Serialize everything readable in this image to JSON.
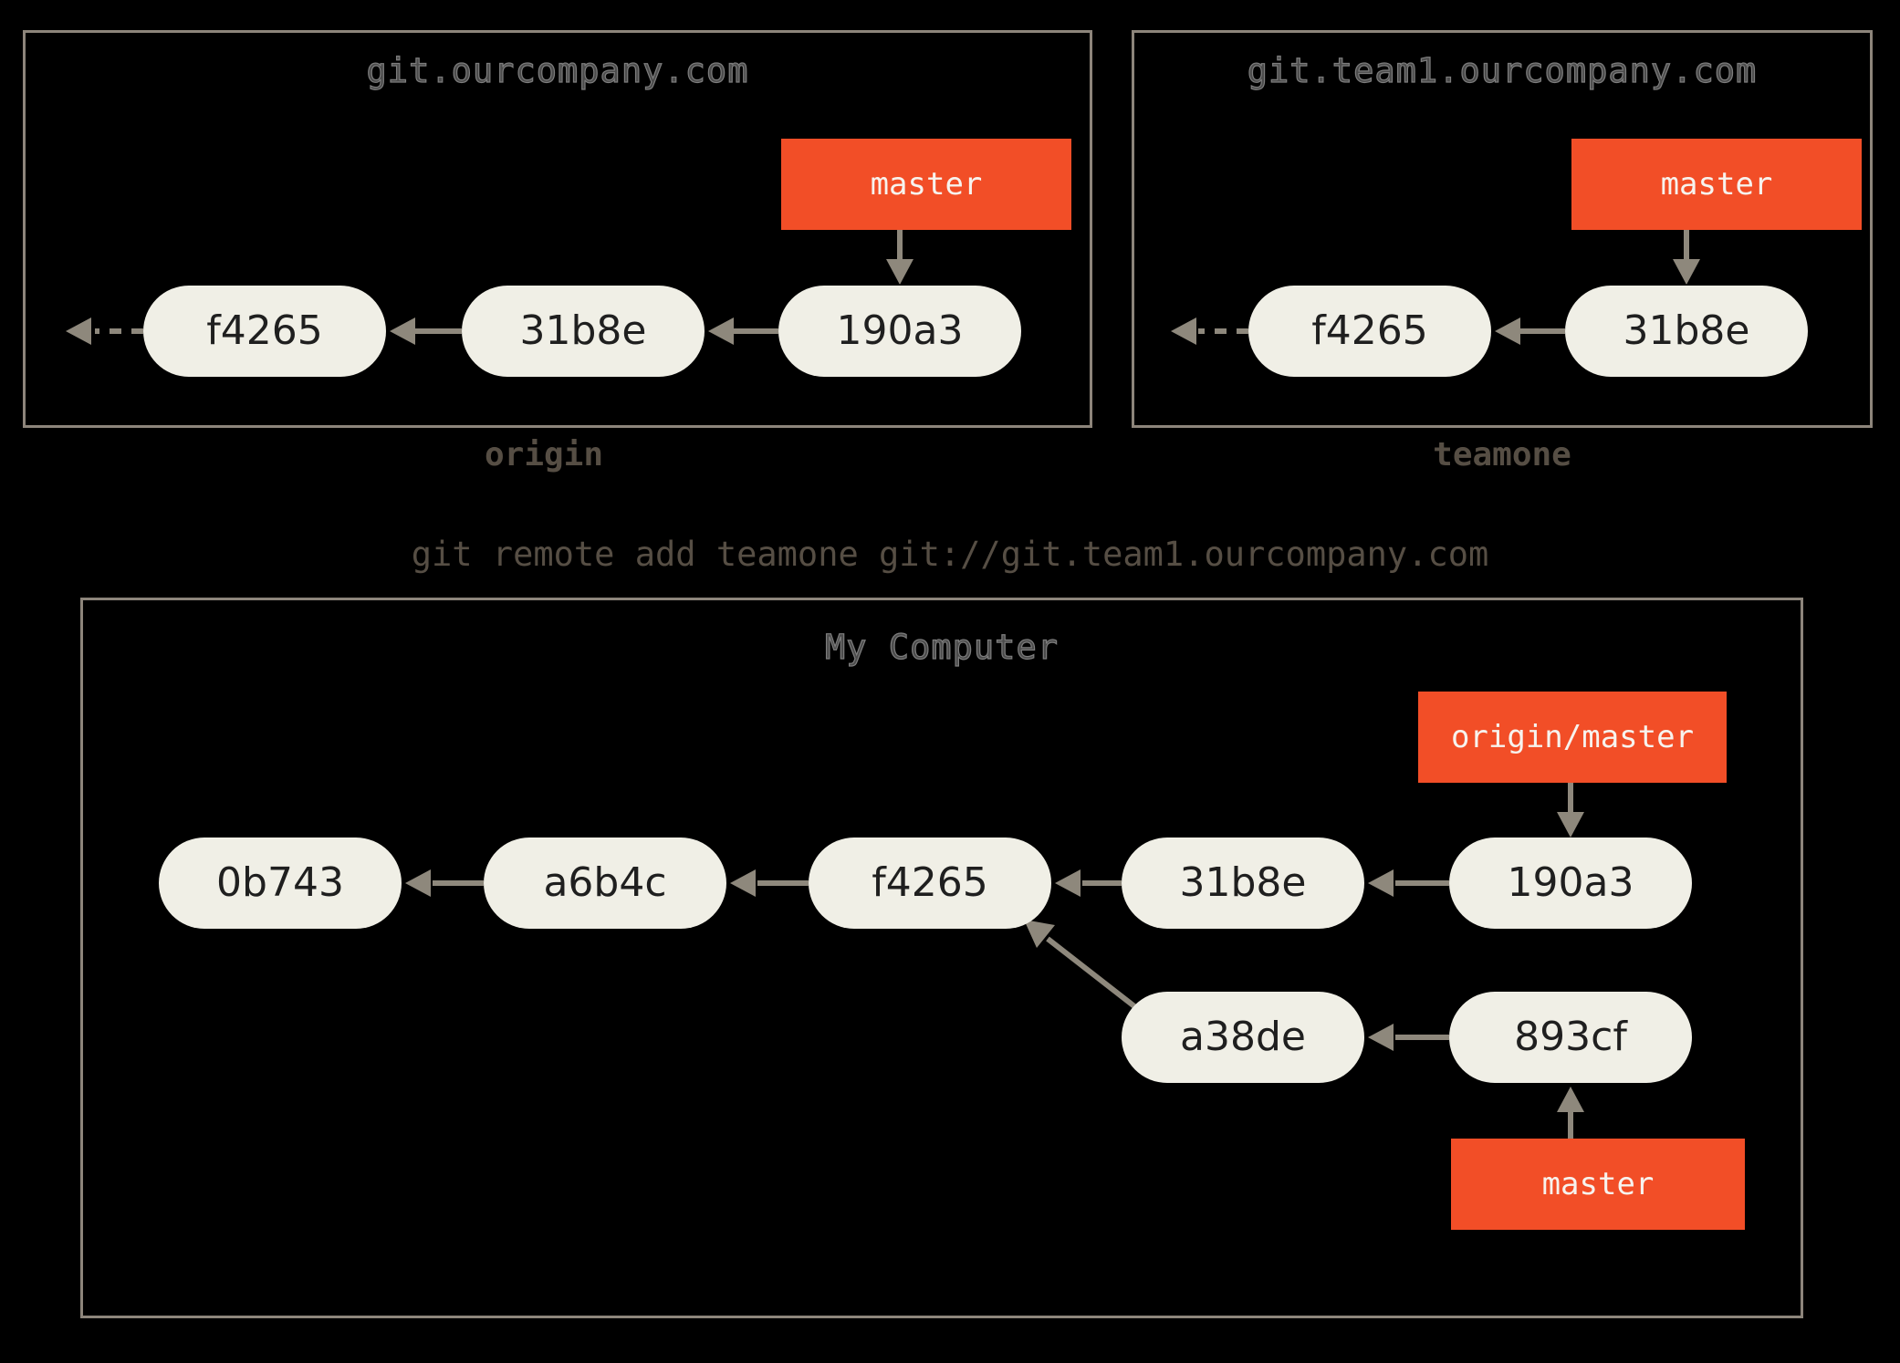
{
  "colors": {
    "background": "#000000",
    "box_border": "#8d857b",
    "commit_fill": "#f0efe6",
    "commit_text": "#1f1f1f",
    "branch_fill": "#f24e27",
    "branch_text": "#f7f3ee",
    "arrow": "#8e887c",
    "box_title_text": "#4b4b4b",
    "caption_text": "#564e44"
  },
  "remote_origin": {
    "title": "git.ourcompany.com",
    "caption": "origin",
    "branch_label": "master",
    "commits": [
      "f4265",
      "31b8e",
      "190a3"
    ]
  },
  "remote_teamone": {
    "title": "git.team1.ourcompany.com",
    "caption": "teamone",
    "branch_label": "master",
    "commits": [
      "f4265",
      "31b8e"
    ]
  },
  "command": "git remote add teamone git://git.team1.ourcompany.com",
  "local": {
    "title": "My Computer",
    "remote_branch_label": "origin/master",
    "branch_label": "master",
    "main_commits": [
      "0b743",
      "a6b4c",
      "f4265",
      "31b8e",
      "190a3"
    ],
    "branch_commits": [
      "a38de",
      "893cf"
    ]
  }
}
